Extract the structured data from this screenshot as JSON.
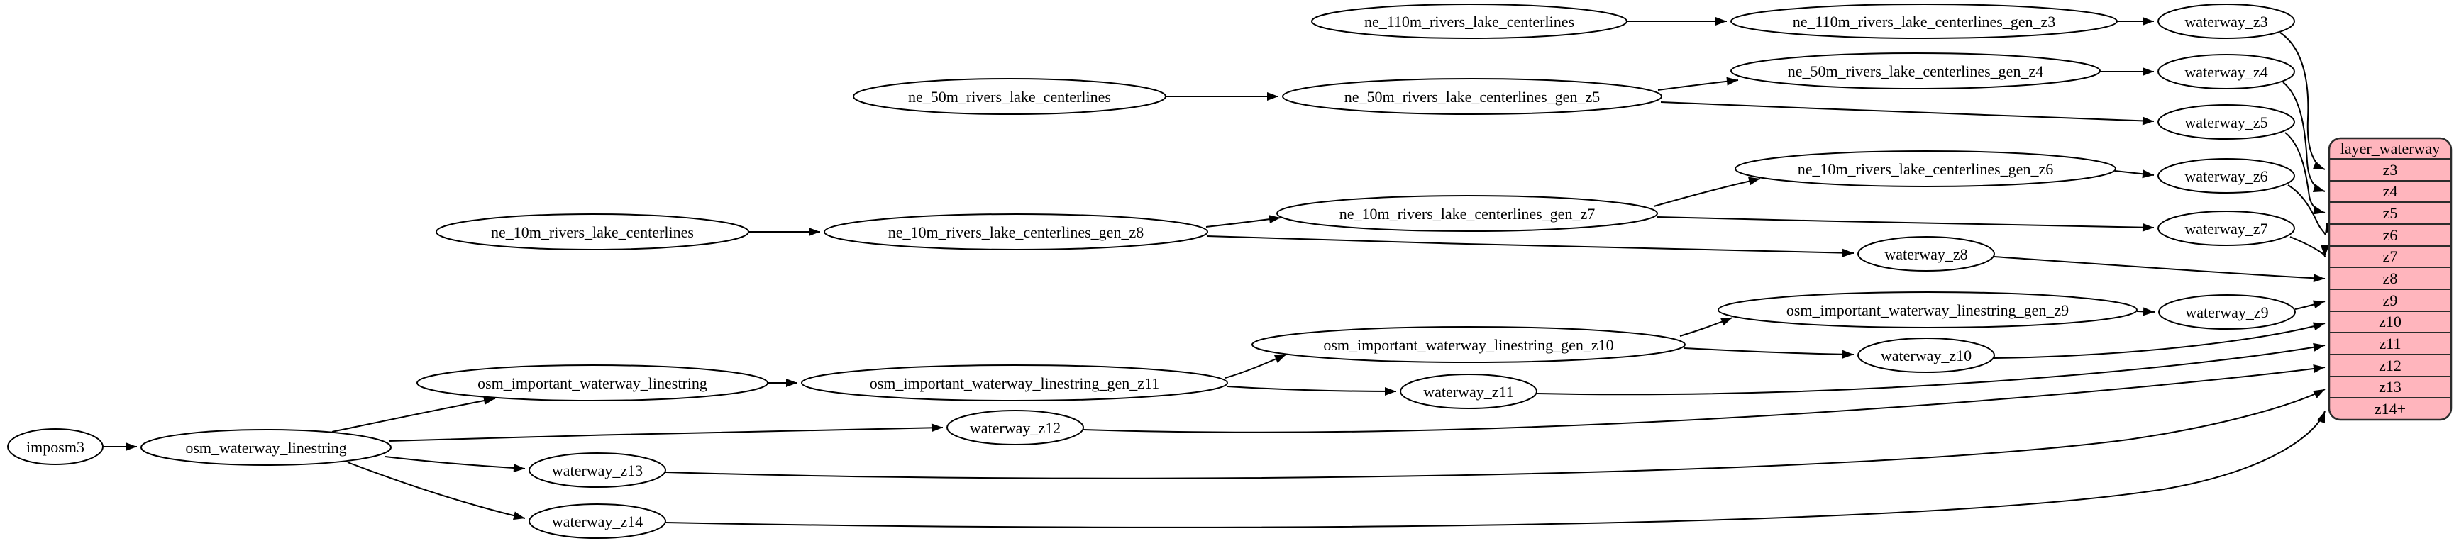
{
  "diagram": {
    "kind": "etl-dependency-graph",
    "colors": {
      "node_fill": "#ffffff",
      "node_border": "#000000",
      "edge": "#000000",
      "record_fill": "#ffb5bd",
      "record_border": "#2b2b2b"
    }
  },
  "nodes": {
    "imposm3": {
      "label": "imposm3"
    },
    "osm_waterway_linestring": {
      "label": "osm_waterway_linestring"
    },
    "osm_important_waterway_linestring": {
      "label": "osm_important_waterway_linestring"
    },
    "oiwl_gen_z11": {
      "label": "osm_important_waterway_linestring_gen_z11"
    },
    "oiwl_gen_z10": {
      "label": "osm_important_waterway_linestring_gen_z10"
    },
    "oiwl_gen_z9": {
      "label": "osm_important_waterway_linestring_gen_z9"
    },
    "ne_110m": {
      "label": "ne_110m_rivers_lake_centerlines"
    },
    "ne_110m_gen_z3": {
      "label": "ne_110m_rivers_lake_centerlines_gen_z3"
    },
    "ne_50m": {
      "label": "ne_50m_rivers_lake_centerlines"
    },
    "ne_50m_gen_z5": {
      "label": "ne_50m_rivers_lake_centerlines_gen_z5"
    },
    "ne_50m_gen_z4": {
      "label": "ne_50m_rivers_lake_centerlines_gen_z4"
    },
    "ne_10m": {
      "label": "ne_10m_rivers_lake_centerlines"
    },
    "ne_10m_gen_z8": {
      "label": "ne_10m_rivers_lake_centerlines_gen_z8"
    },
    "ne_10m_gen_z7": {
      "label": "ne_10m_rivers_lake_centerlines_gen_z7"
    },
    "ne_10m_gen_z6": {
      "label": "ne_10m_rivers_lake_centerlines_gen_z6"
    },
    "waterway_z3": {
      "label": "waterway_z3"
    },
    "waterway_z4": {
      "label": "waterway_z4"
    },
    "waterway_z5": {
      "label": "waterway_z5"
    },
    "waterway_z6": {
      "label": "waterway_z6"
    },
    "waterway_z7": {
      "label": "waterway_z7"
    },
    "waterway_z8": {
      "label": "waterway_z8"
    },
    "waterway_z9": {
      "label": "waterway_z9"
    },
    "waterway_z10": {
      "label": "waterway_z10"
    },
    "waterway_z11": {
      "label": "waterway_z11"
    },
    "waterway_z12": {
      "label": "waterway_z12"
    },
    "waterway_z13": {
      "label": "waterway_z13"
    },
    "waterway_z14": {
      "label": "waterway_z14"
    }
  },
  "record": {
    "title": "layer_waterway",
    "rows": [
      "z3",
      "z4",
      "z5",
      "z6",
      "z7",
      "z8",
      "z9",
      "z10",
      "z11",
      "z12",
      "z13",
      "z14+"
    ]
  },
  "edges": [
    {
      "from": "imposm3",
      "to": "osm_waterway_linestring"
    },
    {
      "from": "osm_waterway_linestring",
      "to": "osm_important_waterway_linestring"
    },
    {
      "from": "osm_waterway_linestring",
      "to": "waterway_z12"
    },
    {
      "from": "osm_waterway_linestring",
      "to": "waterway_z13"
    },
    {
      "from": "osm_waterway_linestring",
      "to": "waterway_z14"
    },
    {
      "from": "osm_important_waterway_linestring",
      "to": "oiwl_gen_z11"
    },
    {
      "from": "oiwl_gen_z11",
      "to": "oiwl_gen_z10"
    },
    {
      "from": "oiwl_gen_z11",
      "to": "waterway_z11"
    },
    {
      "from": "oiwl_gen_z10",
      "to": "oiwl_gen_z9"
    },
    {
      "from": "oiwl_gen_z10",
      "to": "waterway_z10"
    },
    {
      "from": "oiwl_gen_z9",
      "to": "waterway_z9"
    },
    {
      "from": "ne_110m",
      "to": "ne_110m_gen_z3"
    },
    {
      "from": "ne_110m_gen_z3",
      "to": "waterway_z3"
    },
    {
      "from": "ne_50m",
      "to": "ne_50m_gen_z5"
    },
    {
      "from": "ne_50m_gen_z5",
      "to": "ne_50m_gen_z4"
    },
    {
      "from": "ne_50m_gen_z5",
      "to": "waterway_z5"
    },
    {
      "from": "ne_50m_gen_z4",
      "to": "waterway_z4"
    },
    {
      "from": "ne_10m",
      "to": "ne_10m_gen_z8"
    },
    {
      "from": "ne_10m_gen_z8",
      "to": "ne_10m_gen_z7"
    },
    {
      "from": "ne_10m_gen_z8",
      "to": "waterway_z8"
    },
    {
      "from": "ne_10m_gen_z7",
      "to": "ne_10m_gen_z6"
    },
    {
      "from": "ne_10m_gen_z7",
      "to": "waterway_z7"
    },
    {
      "from": "ne_10m_gen_z6",
      "to": "waterway_z6"
    },
    {
      "from": "waterway_z3",
      "to": "layer_waterway.z3"
    },
    {
      "from": "waterway_z4",
      "to": "layer_waterway.z4"
    },
    {
      "from": "waterway_z5",
      "to": "layer_waterway.z5"
    },
    {
      "from": "waterway_z6",
      "to": "layer_waterway.z6"
    },
    {
      "from": "waterway_z7",
      "to": "layer_waterway.z7"
    },
    {
      "from": "waterway_z8",
      "to": "layer_waterway.z8"
    },
    {
      "from": "waterway_z9",
      "to": "layer_waterway.z9"
    },
    {
      "from": "waterway_z10",
      "to": "layer_waterway.z10"
    },
    {
      "from": "waterway_z11",
      "to": "layer_waterway.z11"
    },
    {
      "from": "waterway_z12",
      "to": "layer_waterway.z12"
    },
    {
      "from": "waterway_z13",
      "to": "layer_waterway.z13"
    },
    {
      "from": "waterway_z14",
      "to": "layer_waterway.z14+"
    }
  ]
}
